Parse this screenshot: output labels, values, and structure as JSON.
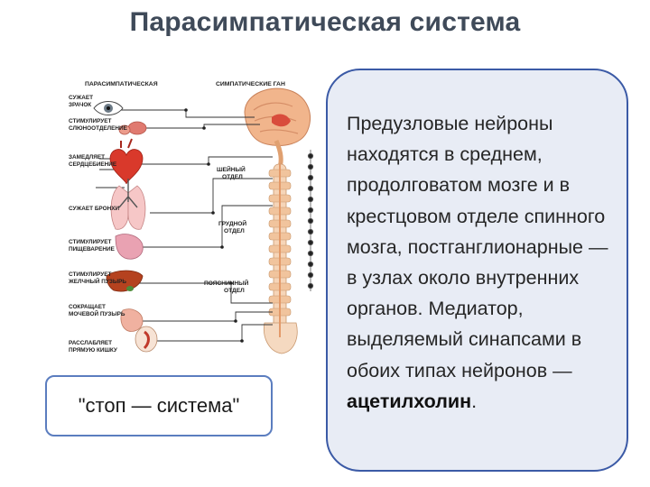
{
  "title": "Парасимпатическая система",
  "diagram": {
    "header_left": "ПАРАСИМПАТИЧЕСКАЯ",
    "header_right": "СИМПАТИЧЕСКИЕ ГАН",
    "organ_labels": [
      [
        "СУЖАЕТ",
        "ЗРАЧОК"
      ],
      [
        "СТИМУЛИРУЕТ",
        "СЛЮНООТДЕЛЕНИЕ"
      ],
      [
        "ЗАМЕДЛЯЕТ",
        "СЕРДЦЕБИЕНИЕ"
      ],
      [
        "СУЖАЕТ БРОНХИ"
      ],
      [
        "СТИМУЛИРУЕТ",
        "ПИЩЕВАРЕНИЕ"
      ],
      [
        "СТИМУЛИРУЕТ",
        "ЖЕЛЧНЫЙ ПУЗЫРЬ"
      ],
      [
        "СОКРАЩАЕТ",
        "МОЧЕВОЙ ПУЗЫРЬ"
      ],
      [
        "РАССЛАБЛЯЕТ",
        "ПРЯМУЮ КИШКУ"
      ]
    ],
    "spine_labels": [
      [
        "ШЕЙНЫЙ",
        "ОТДЕЛ"
      ],
      [
        "ГРУДНОЙ",
        "ОТДЕЛ"
      ],
      [
        "ПОЯСНИЧНЫЙ",
        "ОТДЕЛ"
      ]
    ]
  },
  "stop_label": "\"стоп — система\"",
  "info": {
    "text_main": "Предузловые нейроны находятся в среднем, продолговатом мозге и в крестцовом отделе спинного мозга, постганглионарные — в узлах около внутренних органов. Медиатор, выделяемый синапсами в обоих типах нейронов —",
    "text_bold": "ацетилхолин",
    "text_end": "."
  }
}
